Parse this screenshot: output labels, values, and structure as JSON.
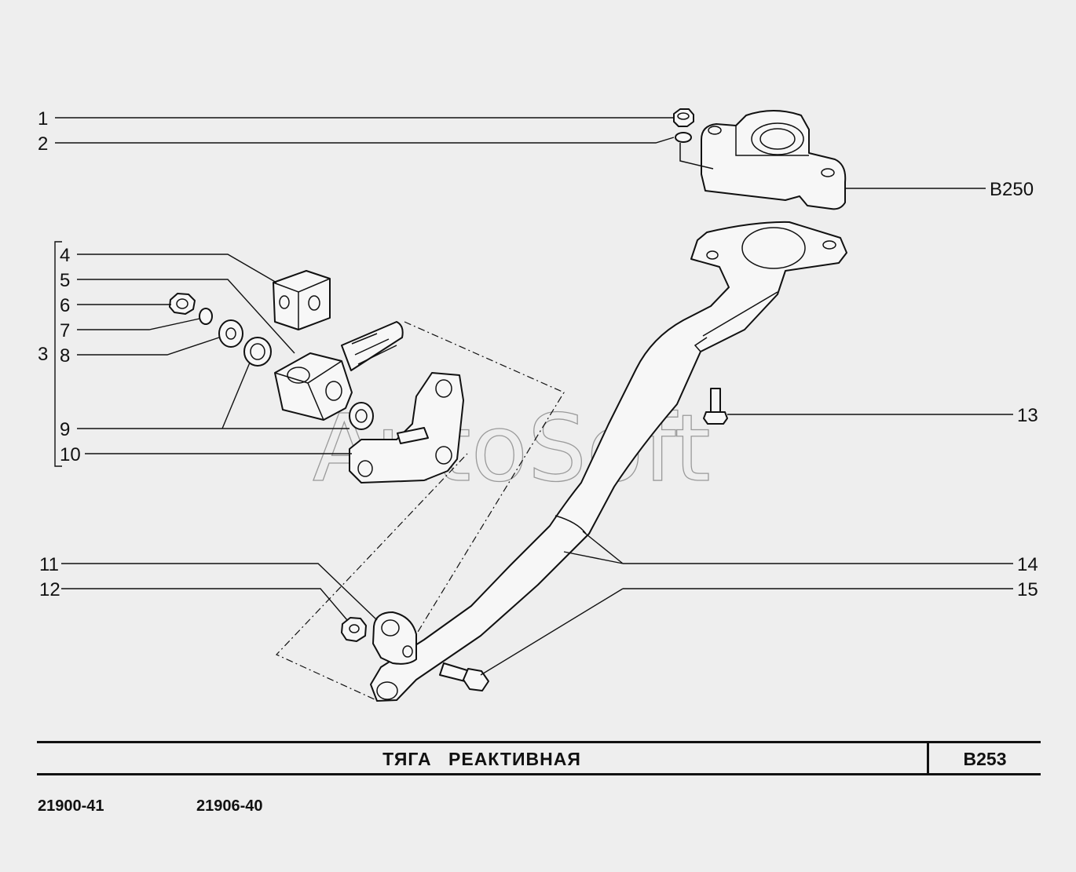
{
  "diagram": {
    "callouts": [
      "1",
      "2",
      "3",
      "4",
      "5",
      "6",
      "7",
      "8",
      "9",
      "10",
      "11",
      "12",
      "13",
      "14",
      "15"
    ],
    "reference_label": "B250",
    "watermark": "AutoSoft"
  },
  "title_block": {
    "title": "ТЯГА   РЕАКТИВНАЯ",
    "code": "B253"
  },
  "models": [
    "21900-41",
    "21906-40"
  ]
}
